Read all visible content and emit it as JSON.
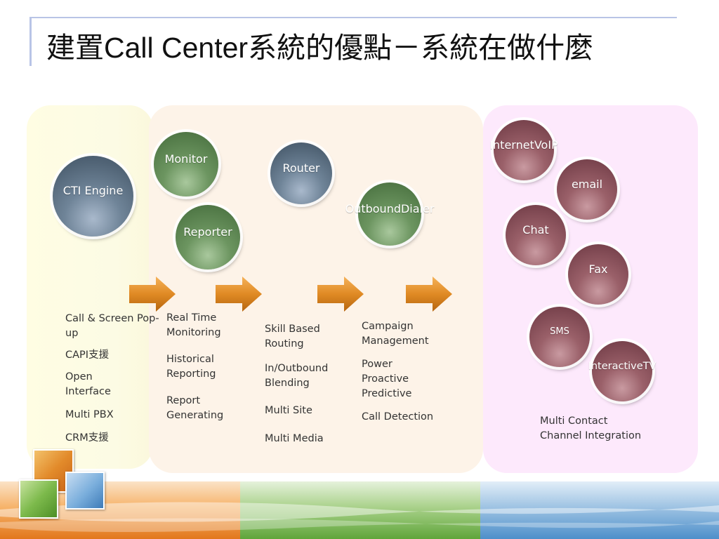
{
  "title": {
    "part1": "建置",
    "part2": "Call Center",
    "part3": "系統的優點－系統在做什麼"
  },
  "components": {
    "cti_engine": "CTI Engine",
    "monitor": "Monitor",
    "reporter": "Reporter",
    "router": "Router",
    "outbound_dialer": [
      "Outbound",
      "Dialer"
    ]
  },
  "channels": {
    "internet_voip": [
      "Internet",
      "VoIP"
    ],
    "email": "email",
    "chat": "Chat",
    "fax": "Fax",
    "sms": "SMS",
    "interactive_tv": [
      "Interactive",
      "TV"
    ]
  },
  "features": {
    "cti": [
      "Call & Screen Pop-up",
      "CAPI支援",
      "Open Interface",
      "Multi PBX",
      "CRM支援"
    ],
    "monitoring": [
      "Real Time Monitoring",
      "Historical Reporting",
      "Report Generating"
    ],
    "routing": [
      "Skill Based Routing",
      "In/Outbound Blending",
      "Multi Site",
      "Multi Media"
    ],
    "dialer": [
      "Campaign Management",
      "Power",
      "Proactive",
      "Predictive",
      "Call Detection"
    ],
    "channels": [
      "Multi Contact",
      "Channel Integration"
    ]
  },
  "colors": {
    "sphere_blue": "#5a6e82",
    "sphere_green": "#5c8651",
    "sphere_red": "#84505a",
    "arrow_orange": "#e08a24",
    "panel_cti": "#fcfbe4",
    "panel_core": "#fdf3e8",
    "panel_media": "#fde9fc"
  }
}
